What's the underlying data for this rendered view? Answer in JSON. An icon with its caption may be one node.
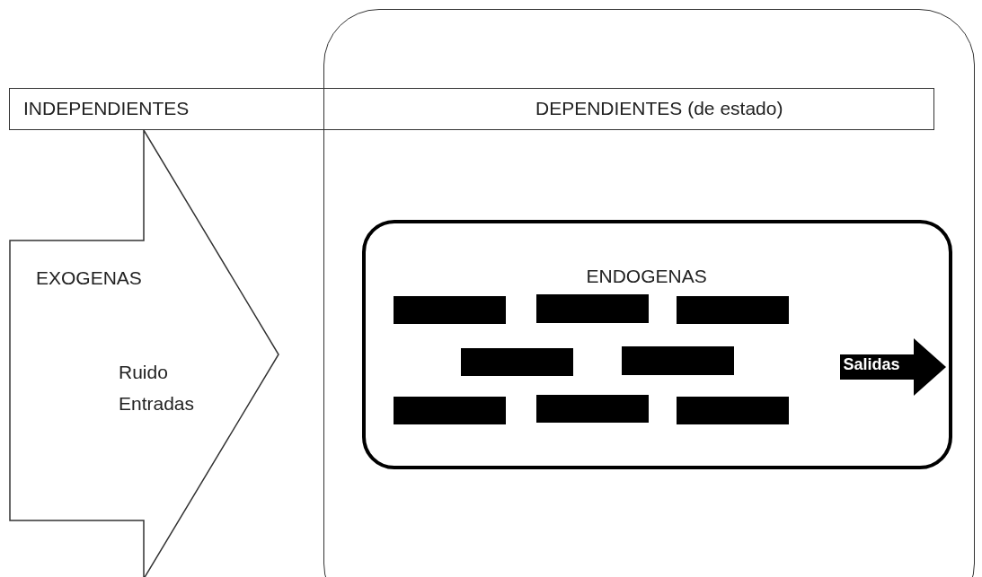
{
  "diagram": {
    "nodes": [
      {
        "text": [
          "INDEPENDIENTES",
          "DEPENDIENTES (de estado)"
        ]
      },
      {
        "text": [],
        "shape": "box"
      },
      {
        "text": [
          "EXOGENAS",
          "Ruido",
          "Entradas"
        ]
      },
      {
        "text": [
          "ENDOGENAS"
        ],
        "in": 1
      },
      {
        "text": [],
        "shape": "bar",
        "in": 3
      },
      {
        "text": [],
        "shape": "bar",
        "in": 3
      },
      {
        "text": [],
        "shape": "bar",
        "in": 3
      },
      {
        "text": [],
        "shape": "bar",
        "in": 3
      },
      {
        "text": [],
        "shape": "bar",
        "in": 3
      },
      {
        "text": [],
        "shape": "bar",
        "in": 3
      },
      {
        "text": [],
        "shape": "bar",
        "in": 3
      },
      {
        "text": [],
        "shape": "bar",
        "in": 3
      },
      {
        "text": [
          "Salidas"
        ],
        "in": 3
      }
    ]
  }
}
